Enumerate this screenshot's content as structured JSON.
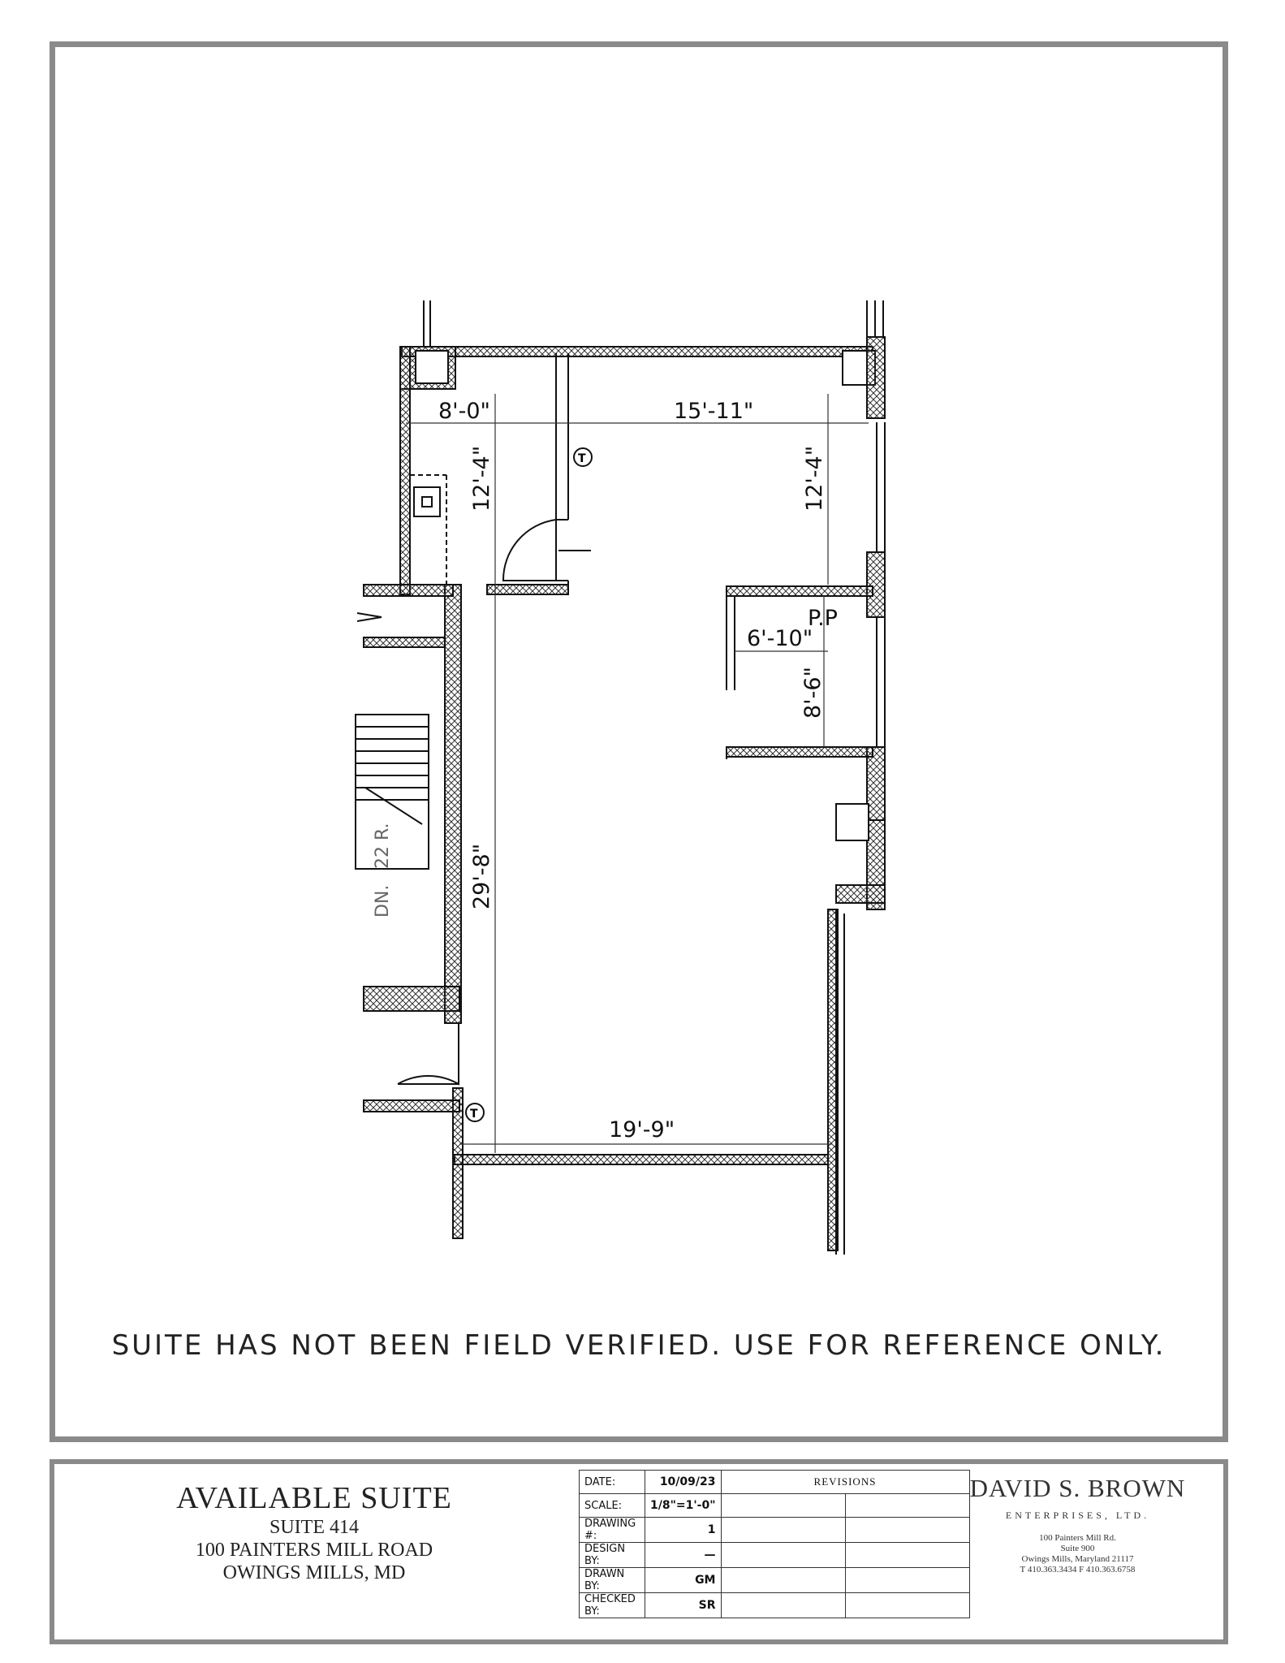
{
  "plan": {
    "dimensions": {
      "d1": "8'-0\"",
      "d2": "15'-11\"",
      "d3": "12'-4\"",
      "d4": "12'-4\"",
      "d5": "6'-10\"",
      "d6": "8'-6\"",
      "d7": "29'-8\"",
      "d8": "19'-9\""
    },
    "labels": {
      "panel": "P.P",
      "thermostat": "T",
      "stair_dn": "DN.",
      "stair_risers": "22 R."
    },
    "note": "SUITE HAS NOT BEEN FIELD VERIFIED. USE FOR REFERENCE ONLY."
  },
  "titleblock": {
    "title": "AVAILABLE SUITE",
    "suite": "SUITE 414",
    "address1": "100 PAINTERS MILL ROAD",
    "address2": "OWINGS MILLS, MD",
    "fields": [
      {
        "label": "DATE:",
        "value": "10/09/23"
      },
      {
        "label": "SCALE:",
        "value": "1/8\"=1'-0\""
      },
      {
        "label": "DRAWING #:",
        "value": "1"
      },
      {
        "label": "DESIGN BY:",
        "value": "—"
      },
      {
        "label": "DRAWN BY:",
        "value": "GM"
      },
      {
        "label": "CHECKED BY:",
        "value": "SR"
      }
    ],
    "revisions_label": "REVISIONS",
    "company": {
      "name": "DAVID S. BROWN",
      "sub": "ENTERPRISES, LTD.",
      "addr": [
        "100 Painters Mill Rd.",
        "Suite 900",
        "Owings Mills, Maryland 21117",
        "T 410.363.3434    F 410.363.6758"
      ]
    }
  }
}
